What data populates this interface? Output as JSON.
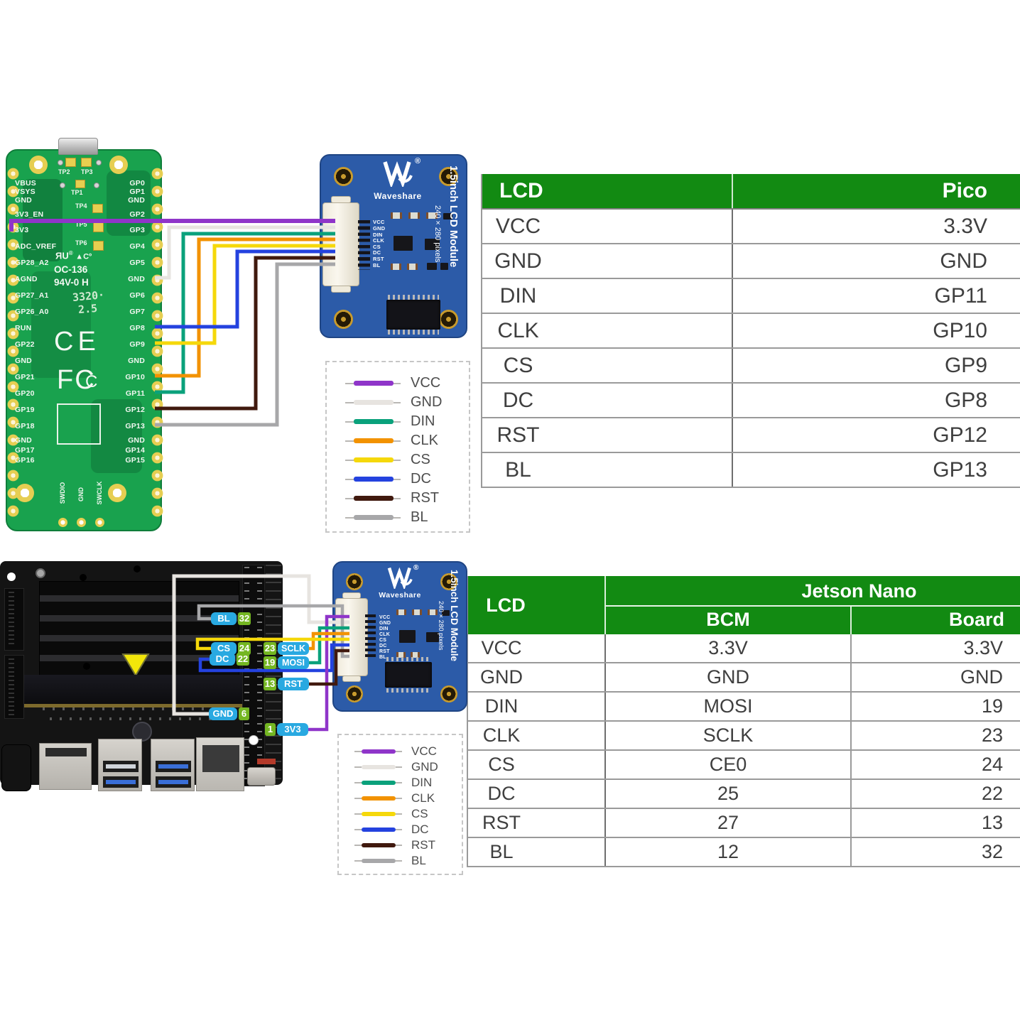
{
  "colors": {
    "table_header_green": "#128a12",
    "badge_cyan": "#29a9e1",
    "badge_green": "#74b622",
    "pico_green": "#19a24e",
    "lcd_blue": "#2c5ba8",
    "wire": {
      "vcc": "#8f35c9",
      "gnd": "#e7e4e0",
      "din": "#0aa17b",
      "clk": "#f29200",
      "cs": "#f5d80a",
      "dc": "#2442df",
      "rst": "#40190e",
      "bl": "#a7a7a9"
    }
  },
  "pico": {
    "pins_left": [
      "VBUS",
      "VSYS",
      "GND",
      "3V3_EN",
      "3V3",
      "ADC_VREF",
      "GP28_A2",
      "AGND",
      "GP27_A1",
      "GP26_A0",
      "RUN",
      "GP22",
      "GND",
      "GP21",
      "GP20",
      "GP19",
      "GP18",
      "GND",
      "GP17",
      "GP16"
    ],
    "pins_right": [
      "GP0",
      "GP1",
      "GND",
      "GP2",
      "GP3",
      "GP4",
      "GP5",
      "GND",
      "GP6",
      "GP7",
      "GP8",
      "GP9",
      "GND",
      "GP10",
      "GP11",
      "GP12",
      "GP13",
      "GND",
      "GP14",
      "GP15"
    ],
    "testpoints": [
      "TP2",
      "TP3",
      "TP1",
      "TP4",
      "TP5",
      "TP6"
    ],
    "bottom_pads": [
      "SWDIO",
      "GND",
      "SWCLK"
    ],
    "silkscreen": {
      "ul": "ЯU",
      "ul2": "®",
      "ul3": "▲Cº",
      "cert1": "OC-136",
      "cert2": "94V-0 H",
      "date1": "3320·",
      "date2": "2.5",
      "ce": "CE",
      "fcc": "FC",
      "fcc2": "C"
    }
  },
  "lcd_module": {
    "brand": "Waveshare",
    "registered": "®",
    "title": "1.5inch LCD Module",
    "subtitle": "240 × 280 pixels",
    "pins": [
      "VCC",
      "GND",
      "DIN",
      "CLK",
      "CS",
      "DC",
      "RST",
      "BL"
    ]
  },
  "legend": {
    "items": [
      {
        "key": "vcc",
        "label": "VCC"
      },
      {
        "key": "gnd",
        "label": "GND"
      },
      {
        "key": "din",
        "label": "DIN"
      },
      {
        "key": "clk",
        "label": "CLK"
      },
      {
        "key": "cs",
        "label": "CS"
      },
      {
        "key": "dc",
        "label": "DC"
      },
      {
        "key": "rst",
        "label": "RST"
      },
      {
        "key": "bl",
        "label": "BL"
      }
    ]
  },
  "pico_table": {
    "headers": [
      "LCD",
      "Pico"
    ],
    "rows": [
      [
        "VCC",
        "3.3V"
      ],
      [
        "GND",
        "GND"
      ],
      [
        "DIN",
        "GP11"
      ],
      [
        "CLK",
        "GP10"
      ],
      [
        "CS",
        "GP9"
      ],
      [
        "DC",
        "GP8"
      ],
      [
        "RST",
        "GP12"
      ],
      [
        "BL",
        "GP13"
      ]
    ]
  },
  "jetson_table": {
    "lcd_header": "LCD",
    "group_header": "Jetson Nano",
    "sub_headers": [
      "BCM",
      "Board"
    ],
    "rows": [
      [
        "VCC",
        "3.3V",
        "3.3V"
      ],
      [
        "GND",
        "GND",
        "GND"
      ],
      [
        "DIN",
        "MOSI",
        "19"
      ],
      [
        "CLK",
        "SCLK",
        "23"
      ],
      [
        "CS",
        "CE0",
        "24"
      ],
      [
        "DC",
        "25",
        "22"
      ],
      [
        "RST",
        "27",
        "13"
      ],
      [
        "BL",
        "12",
        "32"
      ]
    ]
  },
  "jetson": {
    "left_badges": [
      {
        "label": "BL",
        "pin": "32"
      },
      {
        "label": "CS",
        "pin": "24"
      },
      {
        "label": "DC",
        "pin": "22"
      },
      {
        "label": "GND",
        "pin": "6"
      }
    ],
    "right_badges": [
      {
        "pin": "23",
        "label": "SCLK"
      },
      {
        "pin": "19",
        "label": "MOSI"
      },
      {
        "pin": "13",
        "label": "RST"
      },
      {
        "pin": "1",
        "label": "3V3"
      }
    ]
  }
}
